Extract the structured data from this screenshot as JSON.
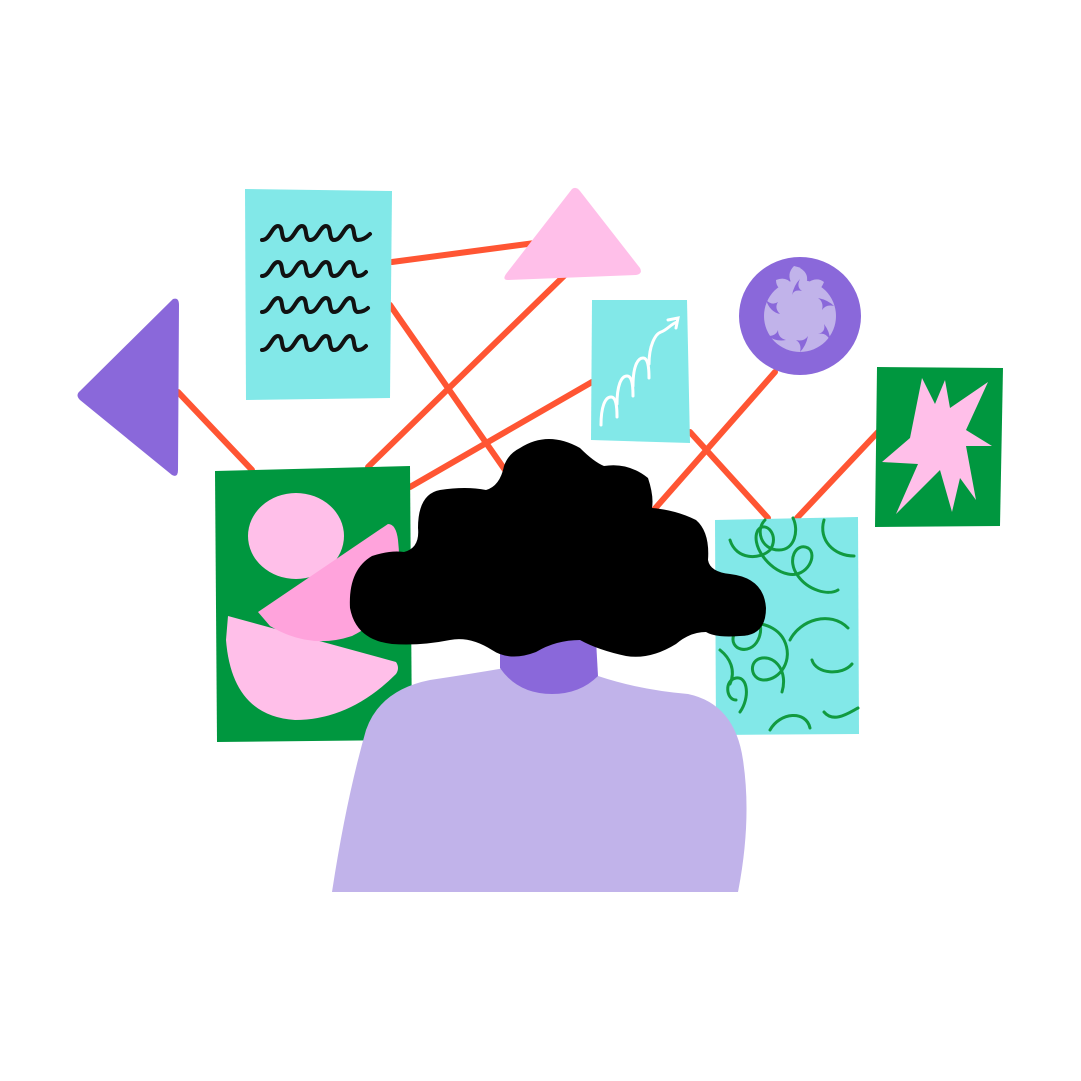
{
  "scene": {
    "description_visible_text": "",
    "palette": {
      "background": "#ffffff",
      "connector": "#ff5533",
      "cyan": "#82e8e8",
      "green": "#00973f",
      "pink": "#ffbfe9",
      "deep_pink": "#ffa3dc",
      "purple": "#8a68da",
      "lavender": "#c1b3ea",
      "hair": "#000000",
      "scribble_dark": "#111111",
      "scribble_green": "#119a40",
      "arrow_white": "#ffffff"
    },
    "elements": [
      "purple-triangle-icon",
      "cyan-card-with-scribbles",
      "pink-triangle-icon",
      "cyan-card-with-arrow",
      "purple-flower-circle",
      "green-card-with-star",
      "green-card-with-shapes",
      "cyan-card-with-swirls",
      "person-from-behind"
    ]
  }
}
